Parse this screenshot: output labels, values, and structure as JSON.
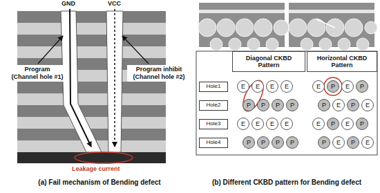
{
  "diagram": {
    "nodes": [
      {
        "text": [
          "Diagonal CKBD Pattern"
        ]
      },
      {
        "text": [
          "Horizontal CKBD Pattern"
        ]
      },
      {
        "text": [
          "Hole1"
        ]
      },
      {
        "text": [
          "Hole2"
        ]
      },
      {
        "text": [
          "Hole3"
        ]
      },
      {
        "text": [
          "Hole4"
        ]
      },
      {
        "text": [
          "E"
        ]
      },
      {
        "text": [
          "E"
        ]
      },
      {
        "text": [
          "E"
        ]
      },
      {
        "text": [
          "E"
        ]
      },
      {
        "text": [
          "P"
        ]
      },
      {
        "text": [
          "P"
        ]
      },
      {
        "text": [
          "P"
        ]
      },
      {
        "text": [
          "P"
        ]
      },
      {
        "text": [
          "E"
        ]
      },
      {
        "text": [
          "E"
        ]
      },
      {
        "text": [
          "E"
        ]
      },
      {
        "text": [
          "E"
        ]
      },
      {
        "text": [
          "P"
        ]
      },
      {
        "text": [
          "P"
        ]
      },
      {
        "text": [
          "P"
        ]
      },
      {
        "text": [
          "P"
        ]
      },
      {
        "text": [
          "E"
        ]
      },
      {
        "text": [
          "P"
        ]
      },
      {
        "text": [
          "E"
        ]
      },
      {
        "text": [
          "P"
        ]
      },
      {
        "text": [
          "P"
        ]
      },
      {
        "text": [
          "E"
        ]
      },
      {
        "text": [
          "P"
        ]
      },
      {
        "text": [
          "E"
        ]
      },
      {
        "text": [
          "E"
        ]
      },
      {
        "text": [
          "P"
        ]
      },
      {
        "text": [
          "E"
        ]
      },
      {
        "text": [
          "P"
        ]
      },
      {
        "text": [
          "P"
        ]
      },
      {
        "text": [
          "E"
        ]
      },
      {
        "text": [
          "P"
        ]
      },
      {
        "text": [
          "E"
        ]
      }
    ],
    "labels": [
      "GND",
      "VCC",
      "Program (Channel hole #1)",
      "Program inhibit (Channel hole #2)",
      "Leakage current",
      "(a) Fail mechanism of Bending defect",
      "(b) Different CKBD pattern for Bending defect"
    ]
  }
}
